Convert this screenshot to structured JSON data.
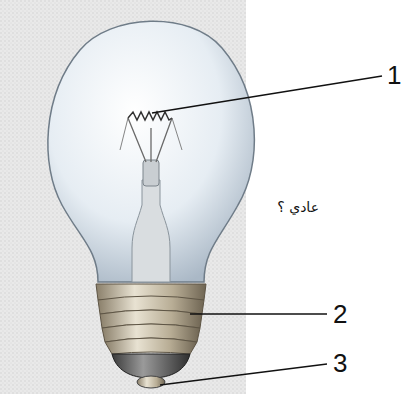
{
  "diagram": {
    "labels": [
      "1",
      "عادي ؟",
      "2",
      "3"
    ]
  }
}
